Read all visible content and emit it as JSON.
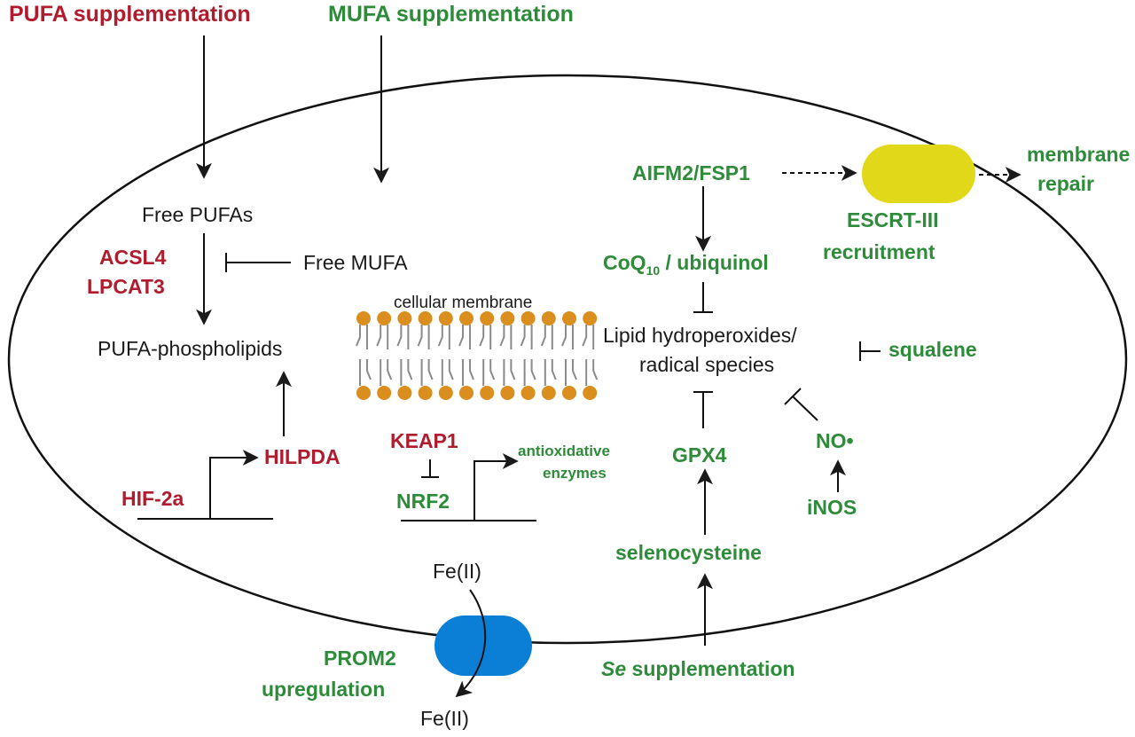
{
  "colors": {
    "red": "#b01c2e",
    "green": "#2e8b3a",
    "yellow_channel": "#e2d81a",
    "blue_channel": "#0b7fd6",
    "lipid_head": "#d98e1e",
    "lipid_tail": "#8a8a8a"
  },
  "labels": {
    "pufa_supplementation": "PUFA supplementation",
    "mufa_supplementation": "MUFA supplementation",
    "free_pufas": "Free PUFAs",
    "acsl4": "ACSL4",
    "lpcat3": "LPCAT3",
    "free_mufa": "Free MUFA",
    "pufa_phospholipids": "PUFA-phospholipids",
    "cellular_membrane": "cellular membrane",
    "hilpda": "HILPDA",
    "hif2a": "HIF-2a",
    "keap1": "KEAP1",
    "nrf2": "NRF2",
    "antioxidative_1": "antioxidative",
    "antioxidative_2": "enzymes",
    "aifm2": "AIFM2/FSP1",
    "coq10_main": "CoQ",
    "coq10_sub": "10",
    "coq10_rest": " / ubiquinol",
    "membrane_1": "membrane",
    "membrane_2": "repair",
    "escrt_1": "ESCRT-III",
    "escrt_2": "recruitment",
    "lipid_1": "Lipid hydroperoxides/",
    "lipid_2": "radical species",
    "squalene": "squalene",
    "gpx4": "GPX4",
    "no": "NO•",
    "inos": "iNOS",
    "selenocysteine": "selenocysteine",
    "fe_top": "Fe(II)",
    "fe_bottom": "Fe(II)",
    "prom2_1": "PROM2",
    "prom2_2": "upregulation",
    "se_italic": "Se",
    "se_rest": " supplementation"
  }
}
